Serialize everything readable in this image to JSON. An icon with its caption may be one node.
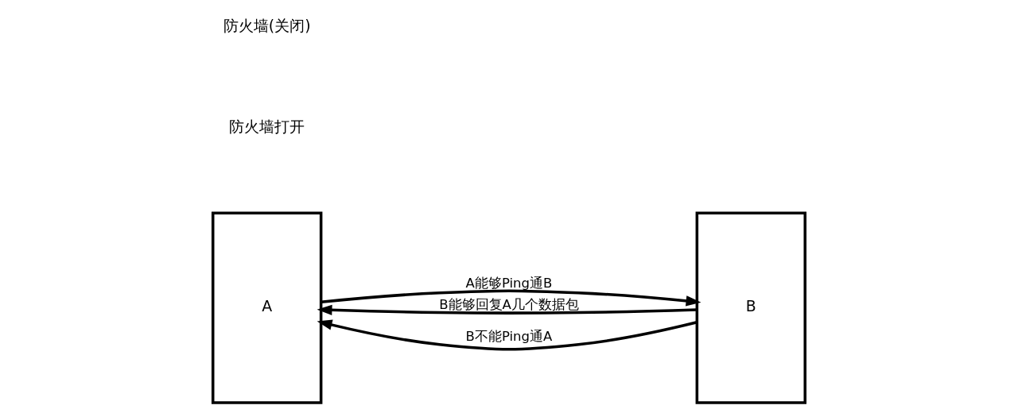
{
  "diagram": {
    "nodes": [
      {
        "text": [
          "A"
        ]
      },
      {
        "text": [
          "B"
        ]
      }
    ],
    "edges": [
      {
        "from": 0,
        "to": 1,
        "arrow": "to",
        "label": "A能够Ping通B"
      },
      {
        "from": 1,
        "to": 0,
        "arrow": "to",
        "label": "B能够回复A几个数据包"
      },
      {
        "from": 1,
        "to": 0,
        "arrow": "to",
        "label": "B不能Ping通A"
      }
    ],
    "labels": [
      "防火墙打开",
      "防火墙(关闭)"
    ]
  }
}
